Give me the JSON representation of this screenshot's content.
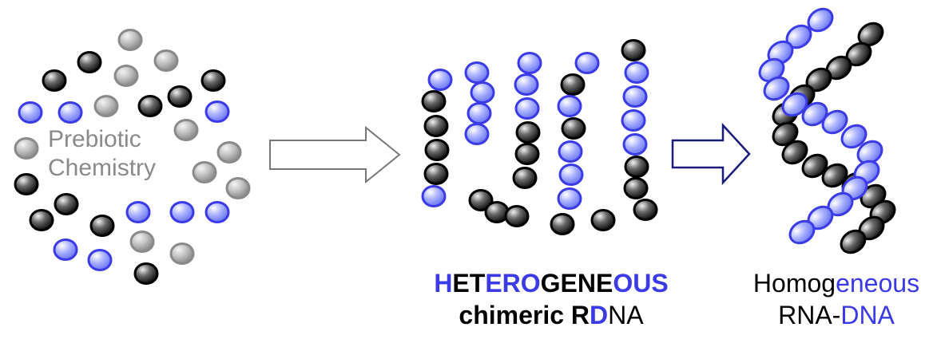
{
  "colors": {
    "black_bead": "#1a1a1a",
    "gray_bead": "#9a9a9a",
    "blue_bead": "#3a3ae6",
    "gray_arrow": "#777777",
    "blue_arrow": "#1a1a7a",
    "label_gray": "#8a8a8a",
    "label_blue": "#3a3ae6"
  },
  "left_panel": {
    "line1": "Prebiotic",
    "line2": "Chemistry"
  },
  "middle_label": {
    "line1_parts": [
      {
        "text": "H",
        "color": "blue"
      },
      {
        "text": "ET",
        "color": "black"
      },
      {
        "text": "ERO",
        "color": "blue"
      },
      {
        "text": "GENE",
        "color": "black"
      },
      {
        "text": "OUS",
        "color": "blue"
      }
    ],
    "line2_parts": [
      {
        "text": "chimeric R",
        "color": "black"
      },
      {
        "text": "D",
        "color": "blue"
      },
      {
        "text": "NA",
        "color": "black",
        "bold": false
      }
    ]
  },
  "right_label": {
    "line1_parts": [
      {
        "text": "Homog",
        "color": "black"
      },
      {
        "text": "eneous",
        "color": "blue"
      }
    ],
    "line2_parts": [
      {
        "text": "RNA-",
        "color": "black"
      },
      {
        "text": "DNA",
        "color": "blue"
      }
    ]
  }
}
